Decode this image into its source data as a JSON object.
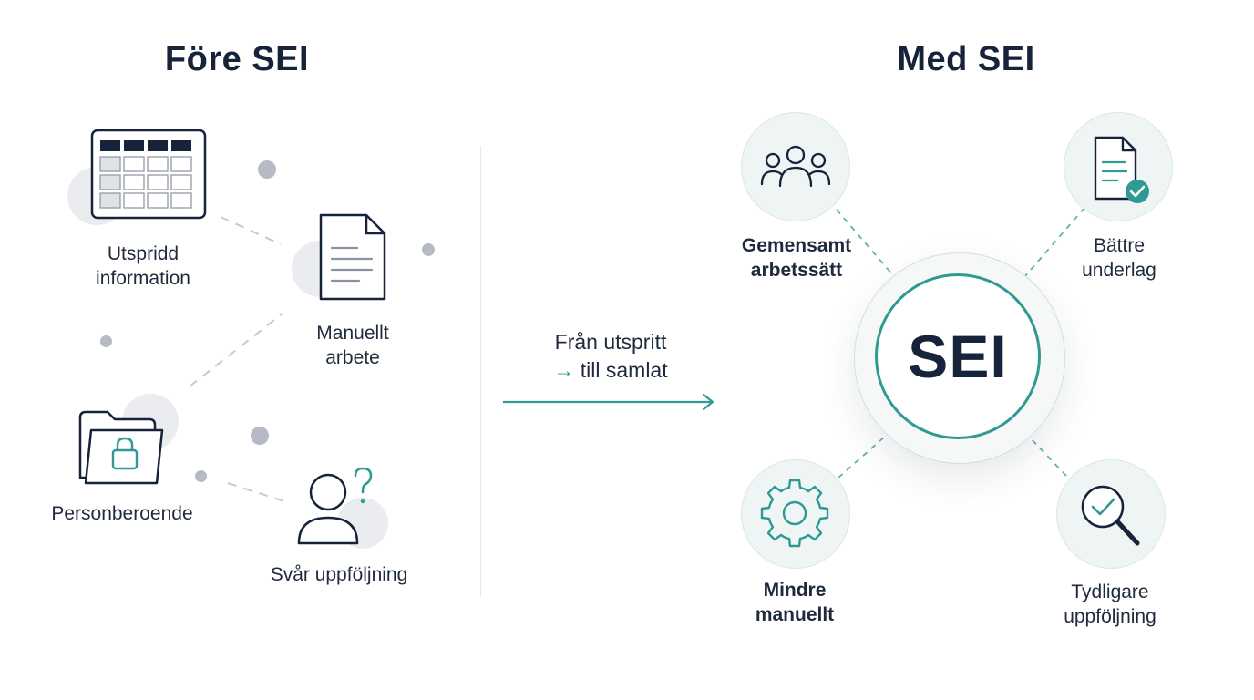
{
  "left": {
    "title": "Före SEI",
    "items": [
      {
        "label_line1": "Utspridd",
        "label_line2": "information",
        "icon": "table-icon"
      },
      {
        "label_line1": "Manuellt",
        "label_line2": "arbete",
        "icon": "document-icon"
      },
      {
        "label_line1": "Personberoende",
        "icon": "locked-folder-icon"
      },
      {
        "label_line1": "Svår uppföljning",
        "icon": "person-question-icon"
      }
    ]
  },
  "transition": {
    "line1": "Från utspritt",
    "arrow": "→",
    "line2": "till samlat"
  },
  "right": {
    "title": "Med SEI",
    "center_label": "SEI",
    "items": [
      {
        "label_line1": "Gemensamt",
        "label_line2": "arbetssätt",
        "icon": "people-group-icon"
      },
      {
        "label_line1": "Bättre",
        "label_line2": "underlag",
        "icon": "document-check-icon"
      },
      {
        "label_line1": "Mindre",
        "label_line2": "manuellt",
        "icon": "gear-icon"
      },
      {
        "label_line1": "Tydligare",
        "label_line2": "uppföljning",
        "icon": "magnifier-check-icon"
      }
    ]
  },
  "colors": {
    "accent": "#2f9993",
    "text": "#17233a",
    "muted": "#b5bac4",
    "ring_bg": "#eef5f4"
  }
}
